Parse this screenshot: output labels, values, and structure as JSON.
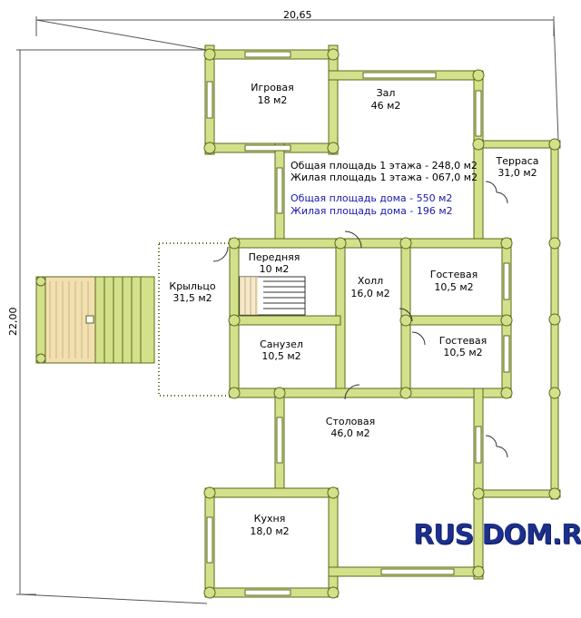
{
  "dimensions": {
    "width_label": "20,65",
    "height_label": "22,00"
  },
  "summary": {
    "floor1_total": "Общая площадь 1 этажа - 248,0 м2",
    "floor1_living": "Жилая площадь 1 этажа - 067,0 м2",
    "house_total": "Общая площадь дома - 550 м2",
    "house_living": "Жилая площадь дома - 196 м2"
  },
  "rooms": [
    {
      "name": "Игровая",
      "area": "18 м2"
    },
    {
      "name": "Зал",
      "area": "46 м2"
    },
    {
      "name": "Терраса",
      "area": "31,0 м2"
    },
    {
      "name": "Передняя",
      "area": "10 м2"
    },
    {
      "name": "Крыльцо",
      "area": "31,5 м2"
    },
    {
      "name": "Холл",
      "area": "16,0 м2"
    },
    {
      "name": "Гостевая",
      "area": "10,5 м2"
    },
    {
      "name": "Гостевая",
      "area": "10,5 м2"
    },
    {
      "name": "Санузел",
      "area": "10,5 м2"
    },
    {
      "name": "Столовая",
      "area": "46,0 м2"
    },
    {
      "name": "Кухня",
      "area": "18,0 м2"
    }
  ],
  "brand": "RUS DOM.RU",
  "colors": {
    "wall": "#d4e08a",
    "wall_edge": "#5a6a1e",
    "porch": "#f3e0b0",
    "text_blue": "#1a1aa8",
    "brand": "#1c2f8c"
  }
}
